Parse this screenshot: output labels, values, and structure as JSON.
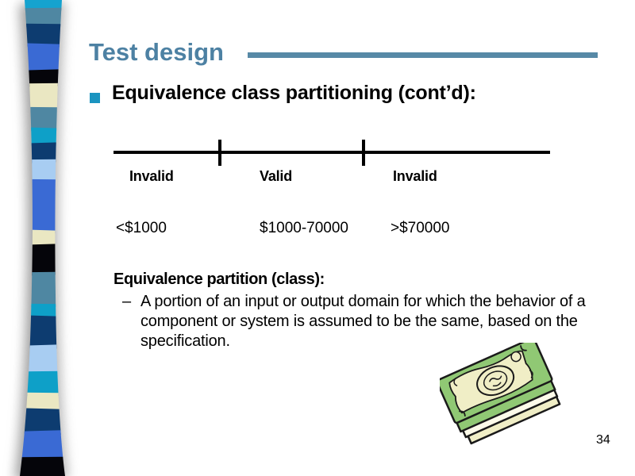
{
  "slide": {
    "title": "Test design",
    "page_number": "34",
    "bullet_text": "Equivalence class partitioning (cont’d):",
    "diagram": {
      "labels": [
        "Invalid",
        "Valid",
        "Invalid"
      ],
      "values": [
        "<$1000",
        "$1000-70000",
        ">$70000"
      ]
    },
    "definition": {
      "heading": "Equivalence partition (class):",
      "dash": "–",
      "body": "A portion of an input or output domain for which the behavior of a component or system is assumed to be the same, based on the specification."
    },
    "colors": {
      "title_text": "#4d81a3",
      "title_rule": "#5789a6",
      "bullet_square": "#1b94c0",
      "diagram_ink": "#000000",
      "money_green": "#90c874",
      "money_cream": "#f0eec6",
      "money_outline": "#1a1a1a"
    },
    "ribbon_bands": [
      {
        "color": "#15a3cf",
        "h": 12
      },
      {
        "color": "#4f87a2",
        "h": 20
      },
      {
        "color": "#0d3c70",
        "h": 25
      },
      {
        "color": "#3a6ad4",
        "h": 33
      },
      {
        "color": "#05050a",
        "h": 17
      },
      {
        "color": "#eae7c2",
        "h": 30
      },
      {
        "color": "#4f87a2",
        "h": 26
      },
      {
        "color": "#0ea0c8",
        "h": 19
      },
      {
        "color": "#0d3c70",
        "h": 21
      },
      {
        "color": "#a8cdf2",
        "h": 25
      },
      {
        "color": "#3a6ad4",
        "h": 64
      },
      {
        "color": "#eae7c2",
        "h": 18
      },
      {
        "color": "#05050a",
        "h": 35
      },
      {
        "color": "#4f87a2",
        "h": 40
      },
      {
        "color": "#0ea0c8",
        "h": 15
      },
      {
        "color": "#0d3c70",
        "h": 37
      },
      {
        "color": "#a8cdf2",
        "h": 33
      },
      {
        "color": "#0ea0c8",
        "h": 27
      },
      {
        "color": "#eae7c2",
        "h": 20
      },
      {
        "color": "#0d3c70",
        "h": 28
      },
      {
        "color": "#3a6ad4",
        "h": 33
      },
      {
        "color": "#05050a",
        "h": 22
      }
    ]
  }
}
